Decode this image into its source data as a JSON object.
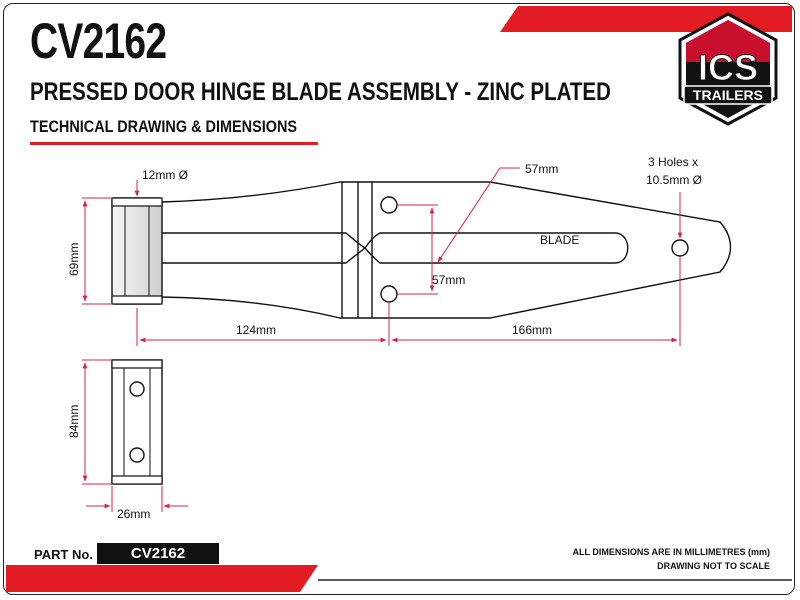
{
  "header": {
    "part_code": "CV2162",
    "description": "PRESSED DOOR HINGE BLADE ASSEMBLY - ZINC PLATED",
    "section": "TECHNICAL DRAWING & DIMENSIONS"
  },
  "logo": {
    "primary": "ICS",
    "secondary": "TRAILERS"
  },
  "drawing": {
    "blade_label": "BLADE",
    "pin_diameter": "12mm Ø",
    "hinge_height": "69mm",
    "length_left": "124mm",
    "length_right": "166mm",
    "hole_spacing_top": "57mm",
    "hole_spacing_side": "57mm",
    "holes_note_line1": "3 Holes x",
    "holes_note_line2": "10.5mm Ø",
    "side_height": "84mm",
    "side_width": "26mm"
  },
  "footer": {
    "part_no_label": "PART No.",
    "part_no_value": "CV2162",
    "note_units": "ALL DIMENSIONS ARE IN MILLIMETRES (mm)",
    "note_scale": "DRAWING NOT TO SCALE"
  },
  "colors": {
    "accent": "#e31b23",
    "dimension": "#d6224f",
    "ink": "#111111"
  }
}
